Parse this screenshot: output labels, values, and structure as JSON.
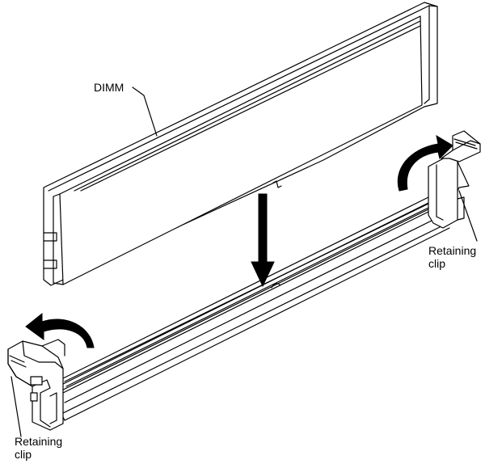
{
  "labels": {
    "dimm": "DIMM",
    "retaining_clip_right": "Retaining\nclip",
    "retaining_clip_left": "Retaining\nclip"
  },
  "icons": {
    "insert_arrow": "down-arrow-icon",
    "open_clip_arrows": "curved-arrow-icon"
  },
  "colors": {
    "line": "#000000",
    "background": "#ffffff"
  }
}
